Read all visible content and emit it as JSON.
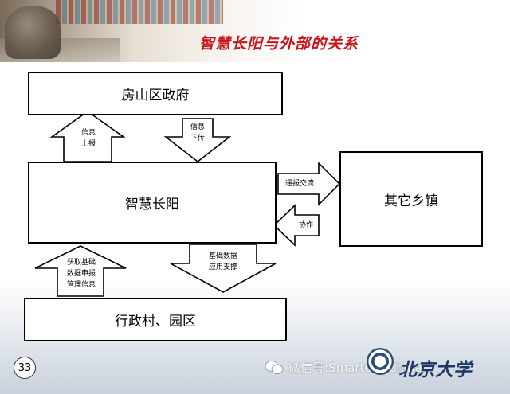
{
  "title": "智慧长阳与外部的关系",
  "boxes": {
    "district_gov": "房山区政府",
    "smart_changyang": "智慧长阳",
    "other_towns": "其它乡镇",
    "villages_parks": "行政村、园区"
  },
  "arrows": {
    "report_up": [
      "信息",
      "上报"
    ],
    "issue_down": [
      "信息",
      "下传"
    ],
    "exchange": "通报交流",
    "cooperate": "协作",
    "acquire": [
      "获取基础",
      "数据申报",
      "管理信息"
    ],
    "support": [
      "基础数据",
      "应用支撑"
    ]
  },
  "footer": {
    "page_number": "33",
    "wechat": "微信号:SmartCityChina",
    "university": "北京大学"
  }
}
